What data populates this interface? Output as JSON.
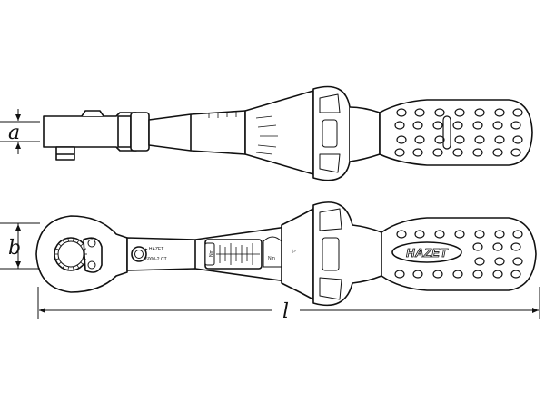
{
  "dimensions": {
    "a": "a",
    "b": "b",
    "l": "l"
  },
  "brand": {
    "logo": "HAZET"
  },
  "markings": {
    "scale_unit_left": "Nm",
    "scale_unit_right": "Nm",
    "arrow_mark": "▷"
  }
}
